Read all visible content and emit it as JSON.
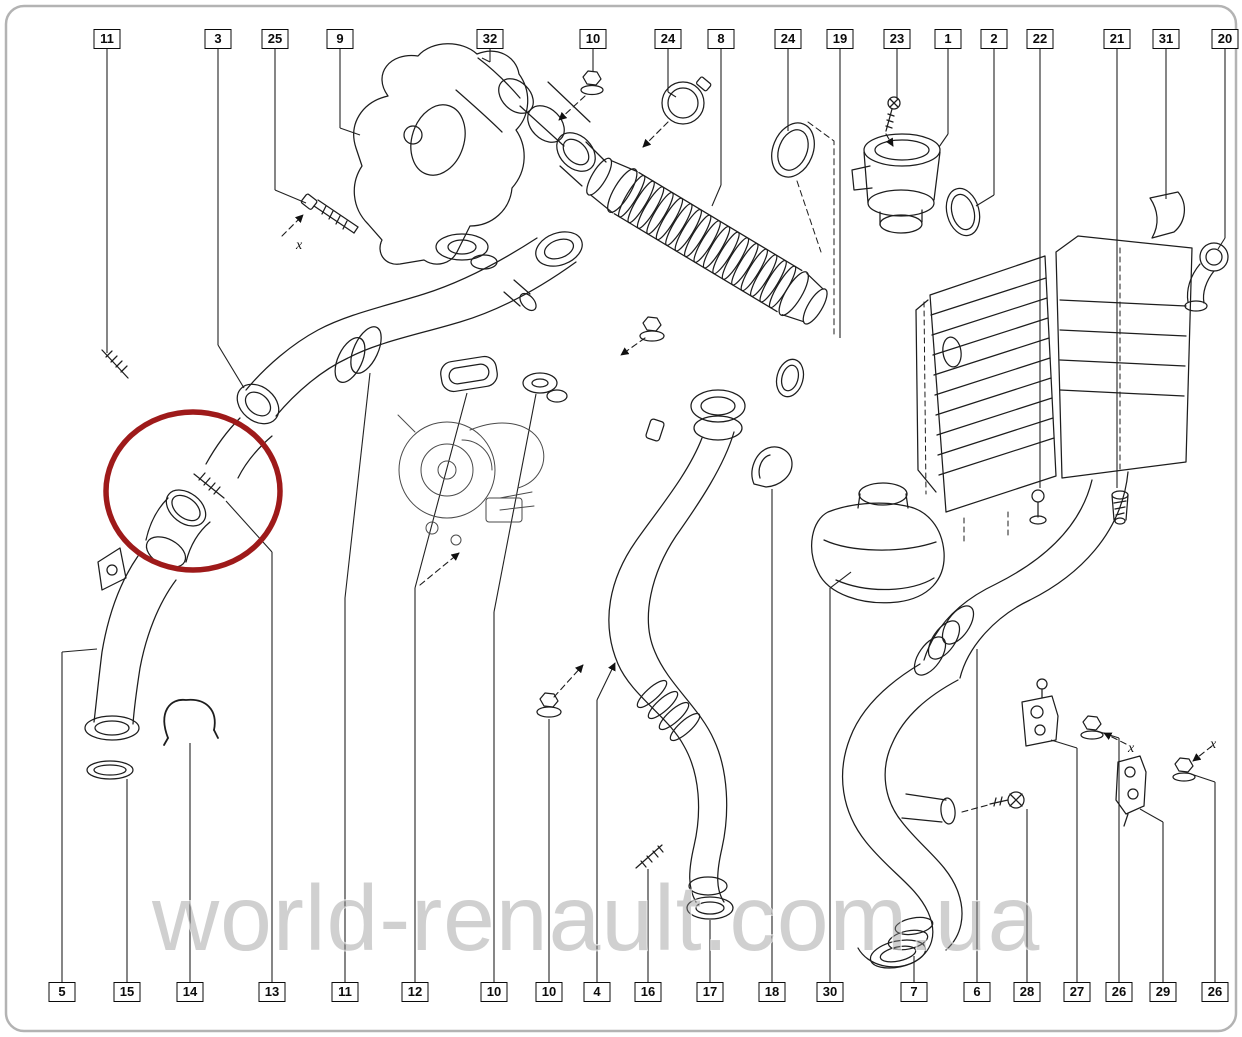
{
  "page": {
    "watermark": "world-renault.com.ua",
    "highlight_color": "#9e1a1a",
    "line_color": "#1d1d1d"
  },
  "callouts": {
    "top": [
      {
        "label": "11"
      },
      {
        "label": "3"
      },
      {
        "label": "25"
      },
      {
        "label": "9"
      },
      {
        "label": "32"
      },
      {
        "label": "10"
      },
      {
        "label": "24"
      },
      {
        "label": "8"
      },
      {
        "label": "24"
      },
      {
        "label": "19"
      },
      {
        "label": "23"
      },
      {
        "label": "1"
      },
      {
        "label": "2"
      },
      {
        "label": "22"
      },
      {
        "label": "21"
      },
      {
        "label": "31"
      },
      {
        "label": "20"
      }
    ],
    "bottom": [
      {
        "label": "5"
      },
      {
        "label": "15"
      },
      {
        "label": "14"
      },
      {
        "label": "13"
      },
      {
        "label": "11"
      },
      {
        "label": "12"
      },
      {
        "label": "10"
      },
      {
        "label": "10"
      },
      {
        "label": "4"
      },
      {
        "label": "16"
      },
      {
        "label": "17"
      },
      {
        "label": "18"
      },
      {
        "label": "30"
      },
      {
        "label": "7"
      },
      {
        "label": "6"
      },
      {
        "label": "28"
      },
      {
        "label": "27"
      },
      {
        "label": "26"
      },
      {
        "label": "29"
      },
      {
        "label": "26"
      }
    ]
  },
  "annotations": [
    {
      "text": "x"
    },
    {
      "text": "x"
    },
    {
      "text": "x"
    }
  ]
}
